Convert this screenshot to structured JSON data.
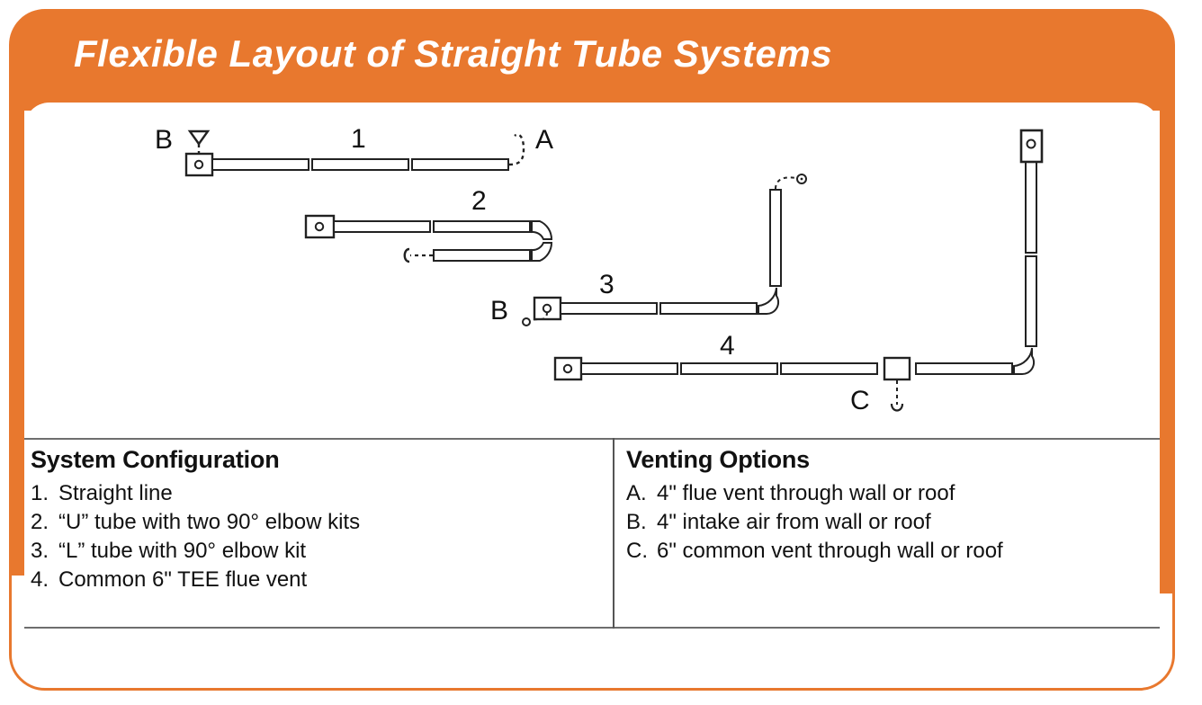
{
  "header": {
    "title": "Flexible Layout of Straight Tube Systems",
    "background_color": "#E8782E",
    "title_color": "#FFFFFF"
  },
  "diagram": {
    "labels": {
      "row1_number": "1",
      "row1_intake": "B",
      "row1_vent": "A",
      "row2_number": "2",
      "row3_number": "3",
      "row3_intake": "B",
      "row4_number": "4",
      "row4_common_vent": "C"
    },
    "icons": {
      "appliance_box": "appliance-box-icon",
      "tube_segment": "tube-segment-icon",
      "elbow_90": "elbow-90-icon",
      "tee_fitting": "tee-fitting-icon",
      "intake_hood": "intake-hood-icon",
      "vent_hook": "vent-hook-icon",
      "vent_terminal": "vent-terminal-icon"
    }
  },
  "legend": {
    "left": {
      "heading": "System Configuration",
      "items": [
        {
          "key": "1.",
          "text": "Straight line"
        },
        {
          "key": "2.",
          "text": "“U” tube with two 90° elbow kits"
        },
        {
          "key": "3.",
          "text": "“L” tube with 90° elbow kit"
        },
        {
          "key": "4.",
          "text": "Common 6\" TEE flue vent"
        }
      ]
    },
    "right": {
      "heading": "Venting Options",
      "items": [
        {
          "key": "A.",
          "text": "4\" flue vent through wall or roof"
        },
        {
          "key": "B.",
          "text": "4\" intake air from wall or roof"
        },
        {
          "key": "C.",
          "text": "6\" common vent through wall or roof"
        }
      ]
    }
  },
  "colors": {
    "accent": "#E8782E",
    "line": "#222222",
    "rule": "#6E6E6E",
    "text": "#111111"
  }
}
